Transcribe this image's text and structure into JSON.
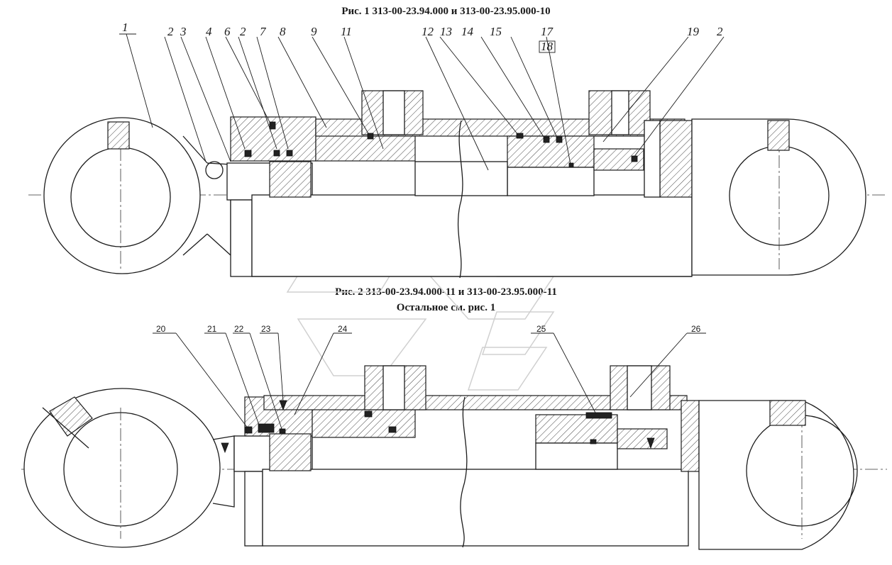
{
  "captions": {
    "fig1": "Рис. 1   313-00-23.94.000 и 313-00-23.95.000-10",
    "fig2": "Рис. 2    313-00-23.94.000-11 и 313-00-23.95.000-11",
    "fig2_note": "Остальное см. рис. 1"
  },
  "fig1_labels": [
    "1",
    "2",
    "3",
    "4",
    "6",
    "2",
    "7",
    "8",
    "9",
    "11",
    "12",
    "13",
    "14",
    "15",
    "17",
    "18",
    "19",
    "2"
  ],
  "fig2_labels": [
    "20",
    "21",
    "22",
    "23",
    "24",
    "25",
    "26"
  ],
  "colors": {
    "line": "#1c1c1c",
    "background": "#ffffff"
  }
}
